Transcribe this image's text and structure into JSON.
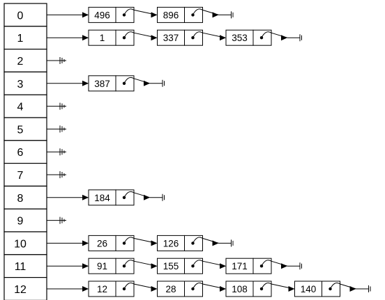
{
  "buckets": [
    {
      "index": "0",
      "nodes": [
        "496",
        "896"
      ]
    },
    {
      "index": "1",
      "nodes": [
        "1",
        "337",
        "353"
      ]
    },
    {
      "index": "2",
      "nodes": []
    },
    {
      "index": "3",
      "nodes": [
        "387"
      ]
    },
    {
      "index": "4",
      "nodes": []
    },
    {
      "index": "5",
      "nodes": []
    },
    {
      "index": "6",
      "nodes": []
    },
    {
      "index": "7",
      "nodes": []
    },
    {
      "index": "8",
      "nodes": [
        "184"
      ]
    },
    {
      "index": "9",
      "nodes": []
    },
    {
      "index": "10",
      "nodes": [
        "26",
        "126"
      ]
    },
    {
      "index": "11",
      "nodes": [
        "91",
        "155",
        "171"
      ]
    },
    {
      "index": "12",
      "nodes": [
        "12",
        "28",
        "108",
        "140"
      ]
    }
  ],
  "colors": {
    "stroke": "#000000",
    "text": "#000000",
    "background": "#ffffff"
  }
}
